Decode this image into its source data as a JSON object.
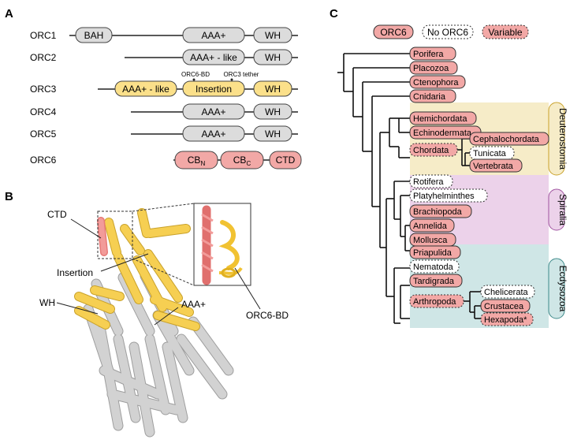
{
  "panels": {
    "a": {
      "letter": "A",
      "rows": [
        {
          "name": "ORC1",
          "domains": [
            "BAH",
            "AAA+",
            "WH"
          ]
        },
        {
          "name": "ORC2",
          "domains": [
            "AAA+ - like",
            "WH"
          ]
        },
        {
          "name": "ORC3",
          "domains": [
            "AAA+ - like",
            "Insertion",
            "WH"
          ],
          "annotations": [
            "ORC6-BD",
            "ORC3 tether"
          ]
        },
        {
          "name": "ORC4",
          "domains": [
            "AAA+",
            "WH"
          ]
        },
        {
          "name": "ORC5",
          "domains": [
            "AAA+",
            "WH"
          ]
        },
        {
          "name": "ORC6",
          "domains": [
            "CB",
            "CB",
            "CTD"
          ],
          "subscripts": [
            "N",
            "C"
          ]
        }
      ]
    },
    "b": {
      "letter": "B",
      "labels": [
        "CTD",
        "Insertion",
        "WH",
        "AAA+",
        "ORC6-BD"
      ]
    },
    "c": {
      "letter": "C",
      "legend": [
        "ORC6",
        "No ORC6",
        "Variable"
      ],
      "taxa": {
        "porifera": "Porifera",
        "placozoa": "Placozoa",
        "ctenophora": "Ctenophora",
        "cnidaria": "Cnidaria",
        "hemichordata": "Hemichordata",
        "echinodermata": "Echinodermata",
        "chordata": "Chordata",
        "cephalochordata": "Cephalochordata",
        "tunicata": "Tunicata",
        "vertebrata": "Vertebrata",
        "rotifera": "Rotifera",
        "platyhelminthes": "Platyhelminthes",
        "brachiopoda": "Brachiopoda",
        "annelida": "Annelida",
        "mollusca": "Mollusca",
        "priapulida": "Priapulida",
        "nematoda": "Nematoda",
        "tardigrada": "Tardigrada",
        "arthropoda": "Arthropoda",
        "chelicerata": "Chelicerata",
        "crustacea": "Crustacea",
        "hexapoda": "Hexapoda*"
      },
      "clades": [
        "Deuterostomia",
        "Spiralia",
        "Ecdysozoa"
      ]
    }
  },
  "colors": {
    "grey": "#dcdcdc",
    "yellow": "#fbe08a",
    "red": "#f2a8a6",
    "deut_bg": "#f6ecc8",
    "spir_bg": "#ecd2ea",
    "ecdy_bg": "#cfe6e6"
  }
}
